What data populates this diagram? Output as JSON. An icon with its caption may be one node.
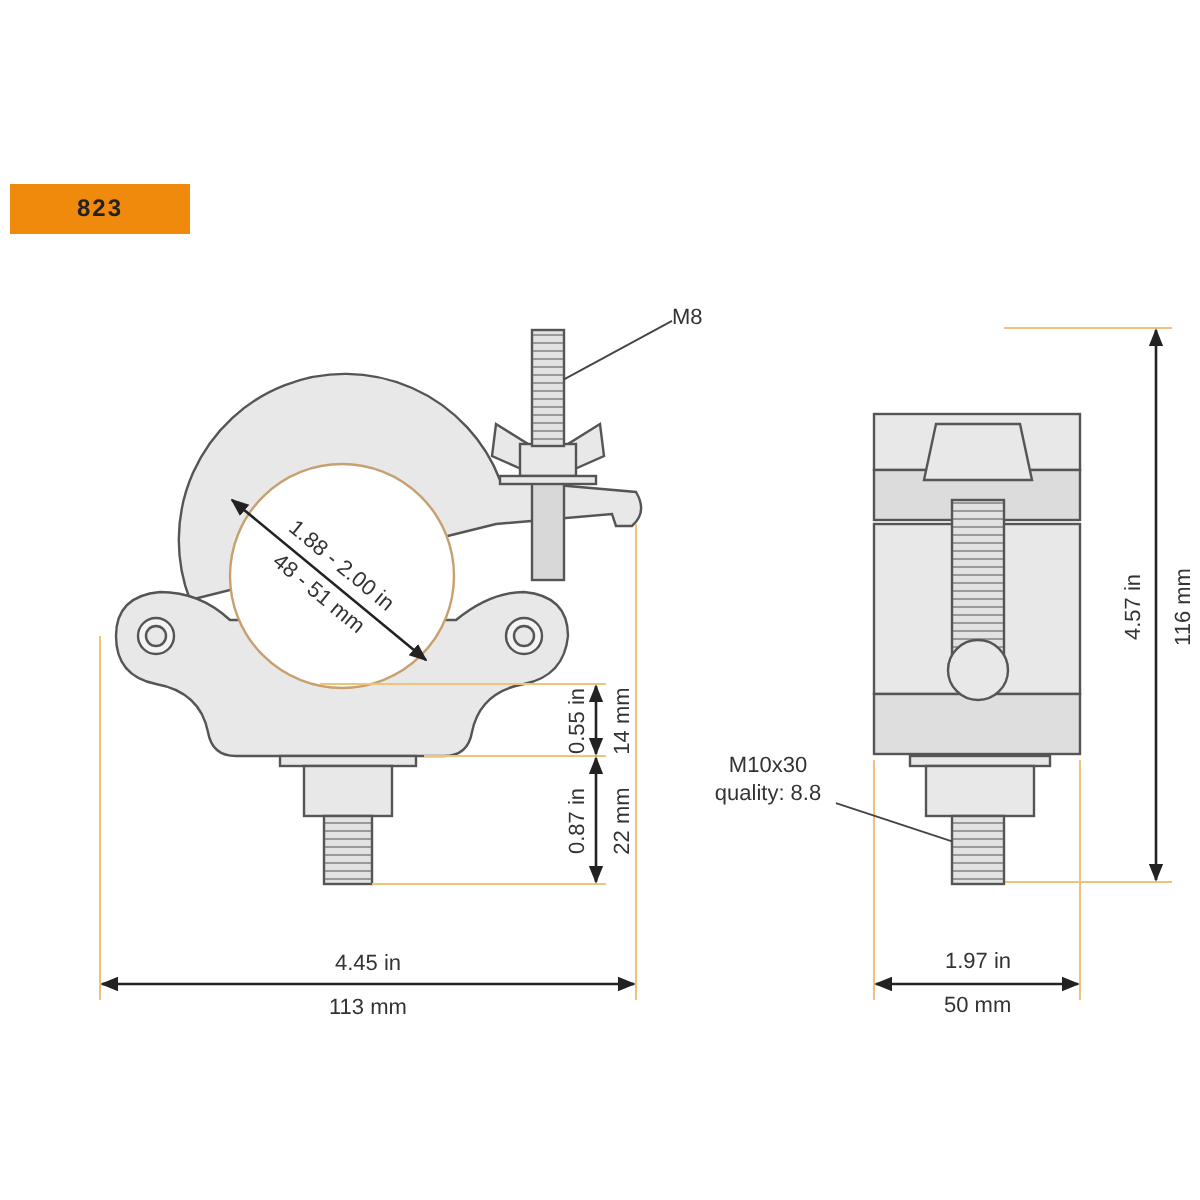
{
  "diagram": {
    "nodes": [
      {
        "text": [
          "823"
        ]
      },
      {
        "text": [
          "M8"
        ]
      },
      {
        "text": [],
        "shape": "bolt"
      },
      {
        "text": [
          "M10x30 quality: 8.8"
        ]
      },
      {
        "text": [],
        "shape": "bolt"
      }
    ],
    "edges": [
      {
        "from": 1,
        "to": 2,
        "arrow": "none"
      },
      {
        "from": 3,
        "to": 4,
        "arrow": "none"
      }
    ],
    "labels": [
      "1.88 - 2.00 in",
      "48 - 51 mm",
      "0.55 in",
      "14 mm",
      "0.87 in",
      "22 mm",
      "4.45 in",
      "113 mm",
      "4.57 in",
      "116 mm",
      "1.97 in",
      "50 mm"
    ]
  }
}
